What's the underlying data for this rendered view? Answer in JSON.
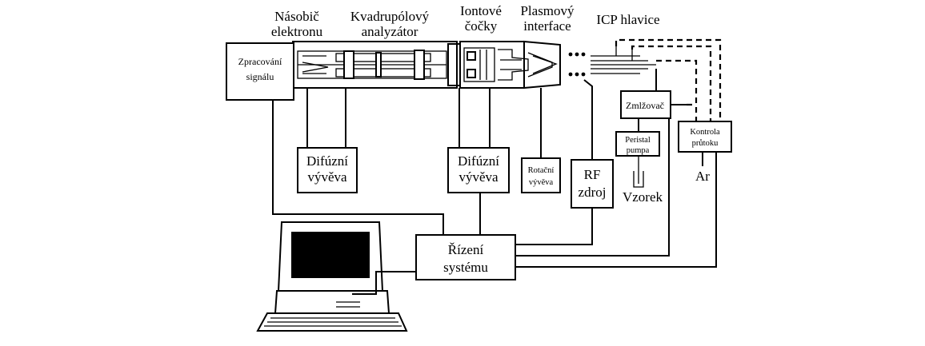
{
  "labels": {
    "nasobic_1": "Násobič",
    "nasobic_2": "elektronu",
    "kvadrupol_1": "Kvadrupólový",
    "kvadrupol_2": "analyzátor",
    "iontove_1": "Iontové",
    "iontove_2": "čočky",
    "plasmovy_1": "Plasmový",
    "plasmovy_2": "interface",
    "icp": "ICP hlavice",
    "zpracovani_1": "Zpracování",
    "zpracovani_2": "signálu",
    "difuzni1_1": "Difúzní",
    "difuzni1_2": "vývěva",
    "difuzni2_1": "Difúzní",
    "difuzni2_2": "vývěva",
    "rotacni_1": "Rotační",
    "rotacni_2": "vývěva",
    "rf_1": "RF",
    "rf_2": "zdroj",
    "zmlzovac": "Zmlžovač",
    "peristal_1": "Peristal",
    "peristal_2": "pumpa",
    "vzorek": "Vzorek",
    "kontrola_1": "Kontrola",
    "kontrola_2": "průtoku",
    "ar": "Ar",
    "rizeni_1": "Řízení",
    "rizeni_2": "systému"
  }
}
